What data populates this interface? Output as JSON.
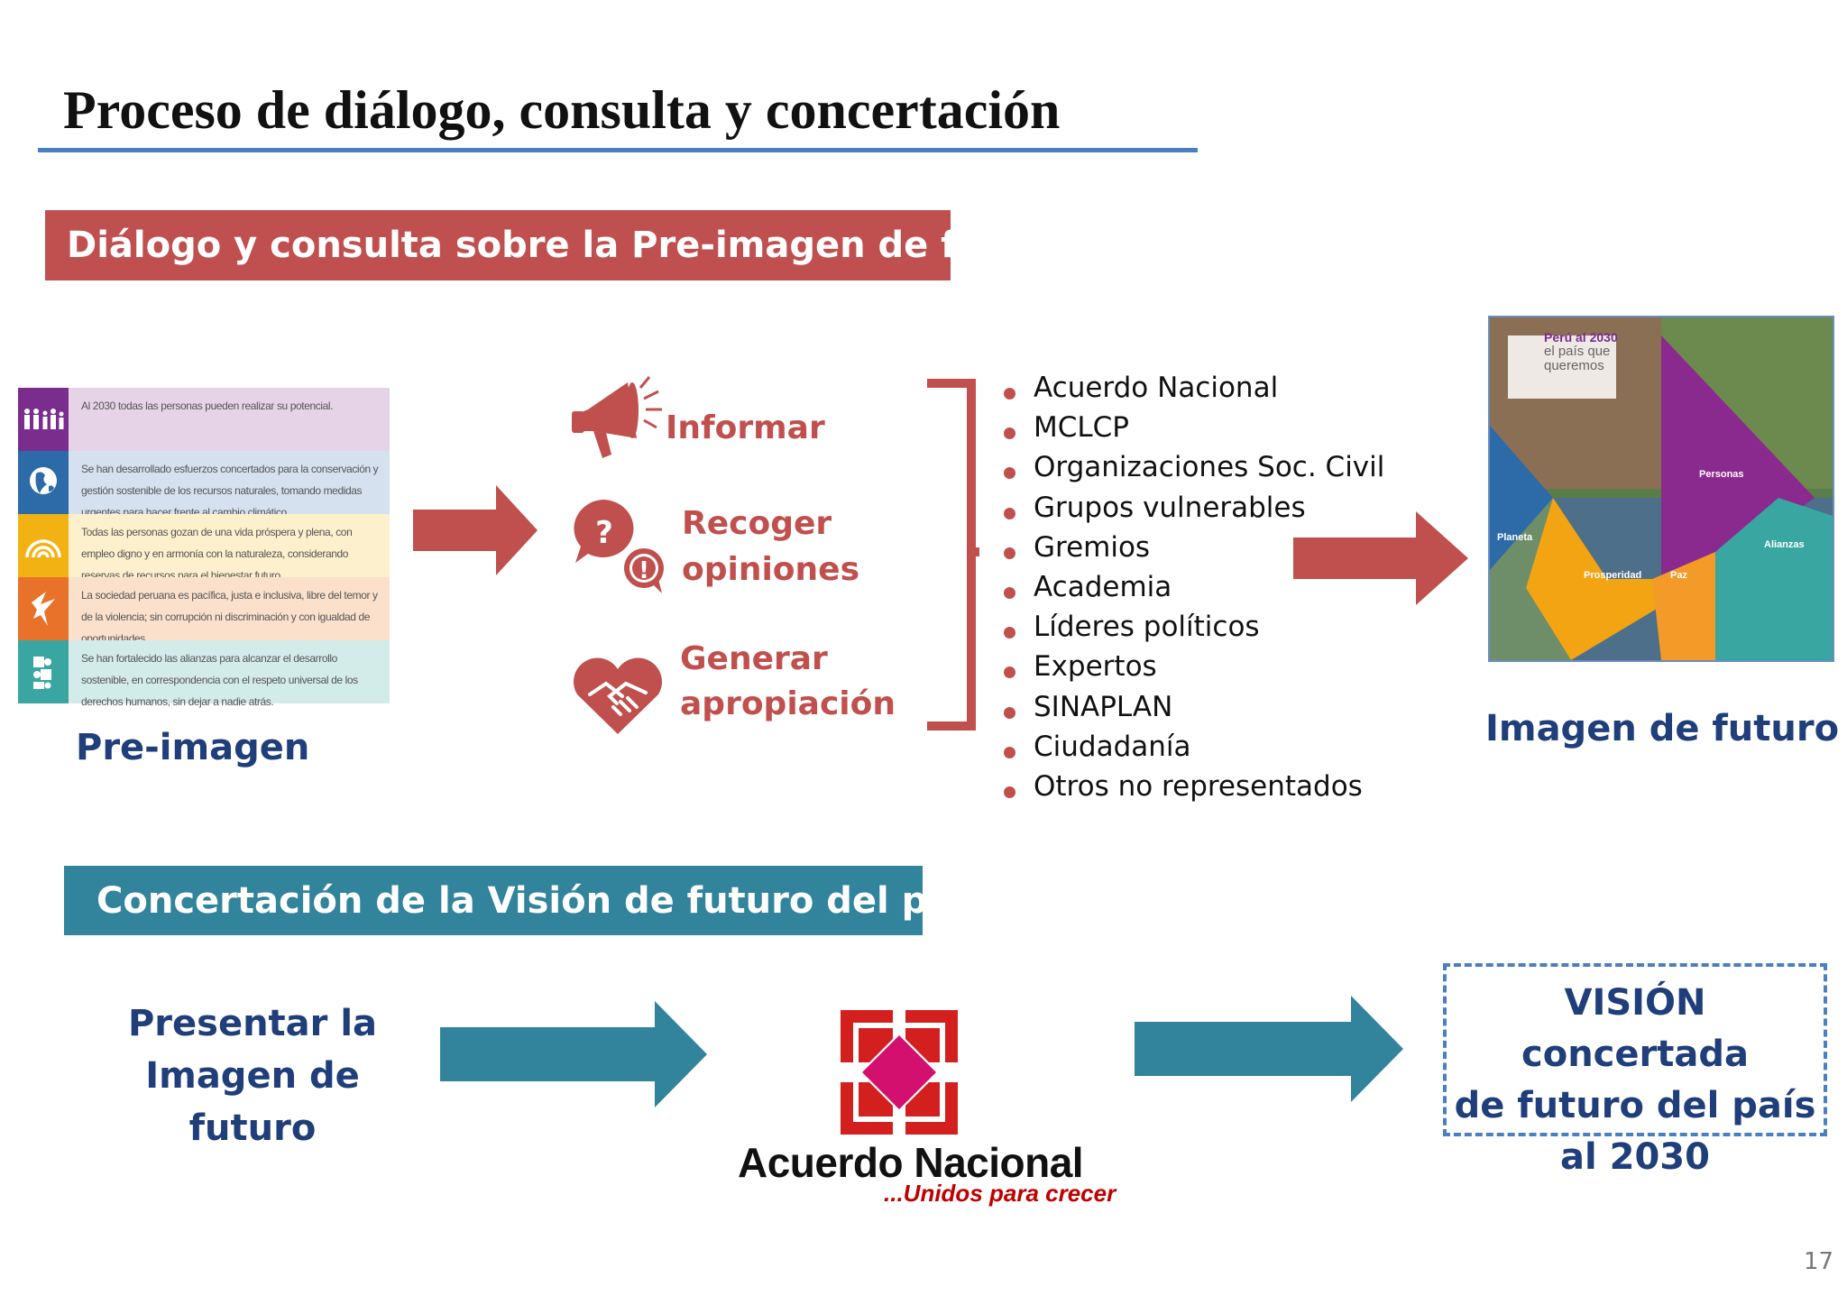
{
  "slide": {
    "title": "Proceso de diálogo, consulta y concertación",
    "page_number": "17"
  },
  "section1": {
    "banner": "Diálogo y consulta sobre la Pre-imagen de futuro",
    "pre_image": {
      "caption": "Pre-imagen",
      "rows": [
        {
          "text": "Al 2030 todas las personas pueden realizar su potencial.",
          "color": "#7b2d8e",
          "bg": "#e7d3e8",
          "icon": "people-icon"
        },
        {
          "text": "Se han desarrollado esfuerzos concertados para la conservación y gestión sostenible de los recursos naturales, tomando medidas urgentes para hacer frente al cambio climático.",
          "color": "#2d6aa8",
          "bg": "#d5e1ef",
          "icon": "globe-icon"
        },
        {
          "text": "Todas las personas gozan de una vida próspera y plena, con empleo digno y en armonía con la naturaleza, considerando reservas de recursos para el bienestar futuro.",
          "color": "#f2b213",
          "bg": "#fdf0cc",
          "icon": "rainbow-icon"
        },
        {
          "text": "La sociedad peruana es pacífica, justa e inclusiva, libre del temor y de la violencia; sin corrupción ni discriminación y con igualdad de oportunidades.",
          "color": "#e9722b",
          "bg": "#fbe0cc",
          "icon": "dove-icon"
        },
        {
          "text": "Se han fortalecido las alianzas para alcanzar el desarrollo sostenible, en correspondencia con el respeto universal de los derechos humanos, sin dejar a nadie atrás.",
          "color": "#3aa6a1",
          "bg": "#d3ebe9",
          "icon": "puzzle-icon"
        }
      ]
    },
    "actions": [
      {
        "line1": "Informar",
        "line2": "",
        "icon": "megaphone-icon"
      },
      {
        "line1": "Recoger",
        "line2": "opiniones",
        "icon": "speech-bubbles-icon"
      },
      {
        "line1": "Generar",
        "line2": "apropiación",
        "icon": "heart-handshake-icon"
      }
    ],
    "participants": [
      "Acuerdo Nacional",
      "MCLCP",
      "Organizaciones Soc. Civil",
      "Grupos vulnerables",
      "Gremios",
      "Academia",
      "Líderes políticos",
      "Expertos",
      "SINAPLAN",
      "Ciudadanía",
      "Otros no representados"
    ],
    "future_image": {
      "caption": "Imagen  de futuro",
      "heading_line1": "Perú al 2030",
      "heading_line2": "el país que",
      "heading_line3": "queremos",
      "segments": [
        "Personas",
        "Planeta",
        "Prosperidad",
        "Paz",
        "Alianzas"
      ]
    }
  },
  "section2": {
    "banner": "Concertación de la Visión de futuro del país",
    "present_line1": "Presentar la",
    "present_line2": "Imagen de futuro",
    "logo_name": "Acuerdo Nacional",
    "logo_slogan": "...Unidos para crecer",
    "vision_line1": "VISIÓN concertada",
    "vision_line2": "de futuro del país",
    "vision_line3": "al 2030"
  },
  "colors": {
    "accent_red": "#c0504d",
    "banner_red": "#c05050",
    "banner_teal": "#31849b",
    "text_blue": "#1f3e7a",
    "rule_blue": "#4a7fc1"
  }
}
